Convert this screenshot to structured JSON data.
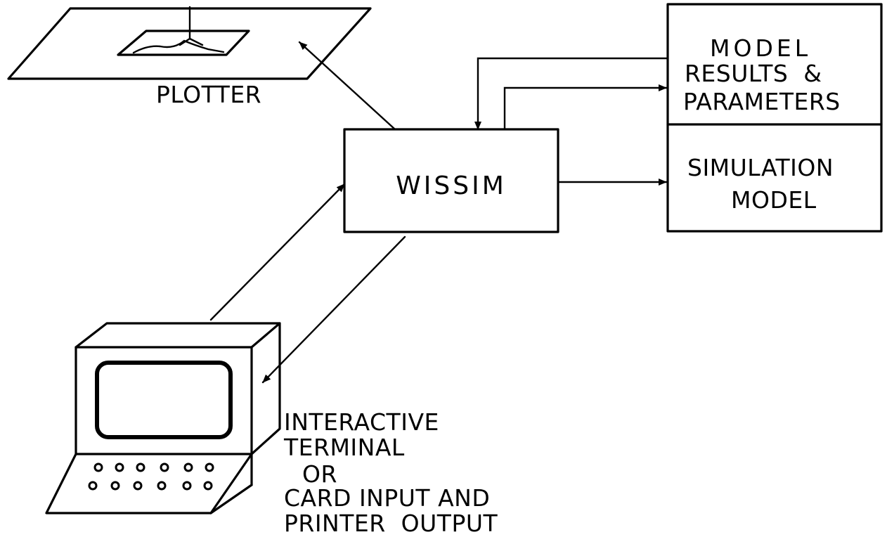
{
  "nodes": {
    "plotter": {
      "label": "PLOTTER"
    },
    "wissim": {
      "label": "WISSIM"
    },
    "model_results": {
      "lines": [
        "MODEL",
        "RESULTS  &",
        "PARAMETERS"
      ]
    },
    "simulation_model": {
      "lines": [
        "SIMULATION",
        "MODEL"
      ]
    },
    "terminal": {
      "lines": [
        "INTERACTIVE",
        "TERMINAL",
        "OR",
        "CARD INPUT AND",
        "PRINTER  OUTPUT"
      ]
    }
  },
  "edges": [
    {
      "from": "wissim",
      "to": "plotter"
    },
    {
      "from": "model_results",
      "to": "wissim"
    },
    {
      "from": "wissim",
      "to": "model_results"
    },
    {
      "from": "wissim",
      "to": "simulation_model"
    },
    {
      "from": "terminal",
      "to": "wissim"
    },
    {
      "from": "wissim",
      "to": "terminal"
    }
  ]
}
